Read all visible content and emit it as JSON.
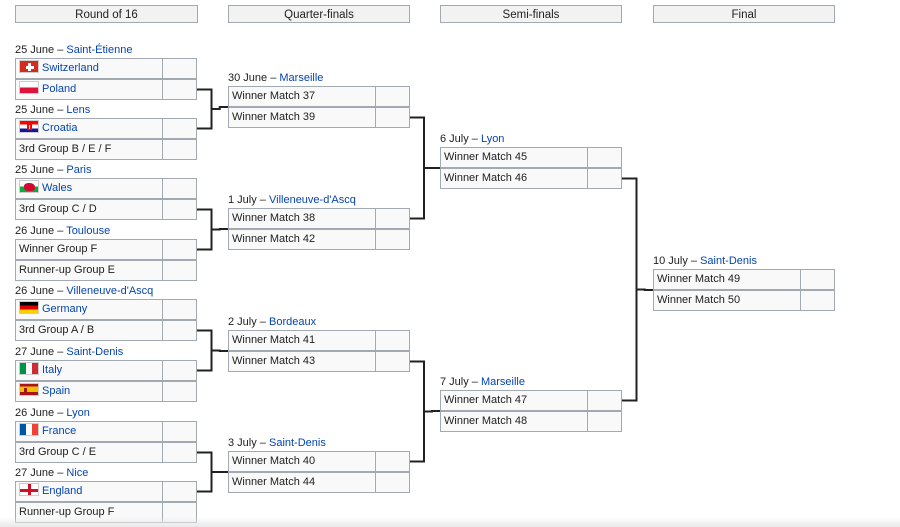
{
  "rounds": [
    "Round of 16",
    "Quarter-finals",
    "Semi-finals",
    "Final"
  ],
  "r16": [
    {
      "date": "25 June",
      "venue": "Saint-Étienne",
      "teams": [
        {
          "name": "Switzerland",
          "flag": "switzerland-flag-icon",
          "link": true
        },
        {
          "name": "Poland",
          "flag": "poland-flag-icon",
          "link": true
        }
      ]
    },
    {
      "date": "25 June",
      "venue": "Lens",
      "teams": [
        {
          "name": "Croatia",
          "flag": "croatia-flag-icon",
          "link": true
        },
        {
          "name": "3rd Group B / E / F",
          "flag": "",
          "link": false
        }
      ]
    },
    {
      "date": "25 June",
      "venue": "Paris",
      "teams": [
        {
          "name": "Wales",
          "flag": "wales-flag-icon",
          "link": true
        },
        {
          "name": "3rd Group C / D",
          "flag": "",
          "link": false
        }
      ]
    },
    {
      "date": "26 June",
      "venue": "Toulouse",
      "teams": [
        {
          "name": "Winner Group F",
          "flag": "",
          "link": false
        },
        {
          "name": "Runner-up Group E",
          "flag": "",
          "link": false
        }
      ]
    },
    {
      "date": "26 June",
      "venue": "Villeneuve-d'Ascq",
      "teams": [
        {
          "name": "Germany",
          "flag": "germany-flag-icon",
          "link": true
        },
        {
          "name": "3rd Group A / B",
          "flag": "",
          "link": false
        }
      ]
    },
    {
      "date": "27 June",
      "venue": "Saint-Denis",
      "teams": [
        {
          "name": "Italy",
          "flag": "italy-flag-icon",
          "link": true
        },
        {
          "name": "Spain",
          "flag": "spain-flag-icon",
          "link": true
        }
      ]
    },
    {
      "date": "26 June",
      "venue": "Lyon",
      "teams": [
        {
          "name": "France",
          "flag": "france-flag-icon",
          "link": true
        },
        {
          "name": "3rd Group C / E",
          "flag": "",
          "link": false
        }
      ]
    },
    {
      "date": "27 June",
      "venue": "Nice",
      "teams": [
        {
          "name": "England",
          "flag": "england-flag-icon",
          "link": true
        },
        {
          "name": "Runner-up Group F",
          "flag": "",
          "link": false
        }
      ]
    }
  ],
  "qf": [
    {
      "date": "30 June",
      "venue": "Marseille",
      "teams": [
        {
          "name": "Winner Match 37"
        },
        {
          "name": "Winner Match 39"
        }
      ]
    },
    {
      "date": "1 July",
      "venue": "Villeneuve-d'Ascq",
      "teams": [
        {
          "name": "Winner Match 38"
        },
        {
          "name": "Winner Match 42"
        }
      ]
    },
    {
      "date": "2 July",
      "venue": "Bordeaux",
      "teams": [
        {
          "name": "Winner Match 41"
        },
        {
          "name": "Winner Match 43"
        }
      ]
    },
    {
      "date": "3 July",
      "venue": "Saint-Denis",
      "teams": [
        {
          "name": "Winner Match 40"
        },
        {
          "name": "Winner Match 44"
        }
      ]
    }
  ],
  "sf": [
    {
      "date": "6 July",
      "venue": "Lyon",
      "teams": [
        {
          "name": "Winner Match 45"
        },
        {
          "name": "Winner Match 46"
        }
      ]
    },
    {
      "date": "7 July",
      "venue": "Marseille",
      "teams": [
        {
          "name": "Winner Match 47"
        },
        {
          "name": "Winner Match 48"
        }
      ]
    }
  ],
  "final": [
    {
      "date": "10 July",
      "venue": "Saint-Denis",
      "teams": [
        {
          "name": "Winner Match 49"
        },
        {
          "name": "Winner Match 50"
        }
      ]
    }
  ],
  "colors": {
    "link": "#0645ad",
    "border": "#a2a9b1",
    "cell": "#f9f9f9",
    "header": "#f2f2f2",
    "line": "#202122"
  }
}
